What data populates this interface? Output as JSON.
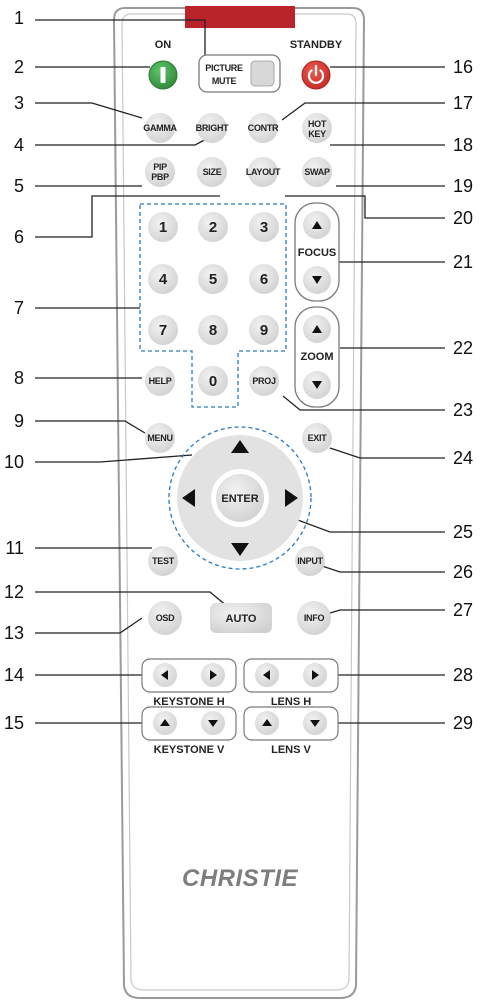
{
  "callouts": [
    "1",
    "2",
    "3",
    "4",
    "5",
    "6",
    "7",
    "8",
    "9",
    "10",
    "11",
    "12",
    "13",
    "14",
    "15",
    "16",
    "17",
    "18",
    "19",
    "20",
    "21",
    "22",
    "23",
    "24",
    "25",
    "26",
    "27",
    "28",
    "29"
  ],
  "buttons": {
    "on": "ON",
    "standby": "STANDBY",
    "picture": "PICTURE",
    "mute": "MUTE",
    "gamma": "GAMMA",
    "bright": "BRIGHT",
    "contr": "CONTR",
    "hot": "HOT",
    "key": "KEY",
    "pip": "PIP",
    "pbp": "PBP",
    "size": "SIZE",
    "layout": "LAYOUT",
    "swap": "SWAP",
    "digits": [
      "1",
      "2",
      "3",
      "4",
      "5",
      "6",
      "7",
      "8",
      "9",
      "0"
    ],
    "focus": "FOCUS",
    "zoom": "ZOOM",
    "help": "HELP",
    "proj": "PROJ",
    "menu": "MENU",
    "exit": "EXIT",
    "enter": "ENTER",
    "test": "TEST",
    "input": "INPUT",
    "auto": "AUTO",
    "osd": "OSD",
    "info": "INFO",
    "keystone_h": "KEYSTONE H",
    "keystone_v": "KEYSTONE V",
    "lens_h": "LENS H",
    "lens_v": "LENS V"
  },
  "brand": "CHRISTIE",
  "colors": {
    "on_button": "#3a9a45",
    "standby_button": "#d6342e",
    "ir_window": "#b8242a",
    "button_face": "#dedede",
    "body_outline": "#9a9a9a"
  },
  "icons": {
    "power": "power-symbol-icon",
    "on": "on-bar-icon",
    "arrows": [
      "up-arrow-icon",
      "down-arrow-icon",
      "left-arrow-icon",
      "right-arrow-icon"
    ]
  }
}
